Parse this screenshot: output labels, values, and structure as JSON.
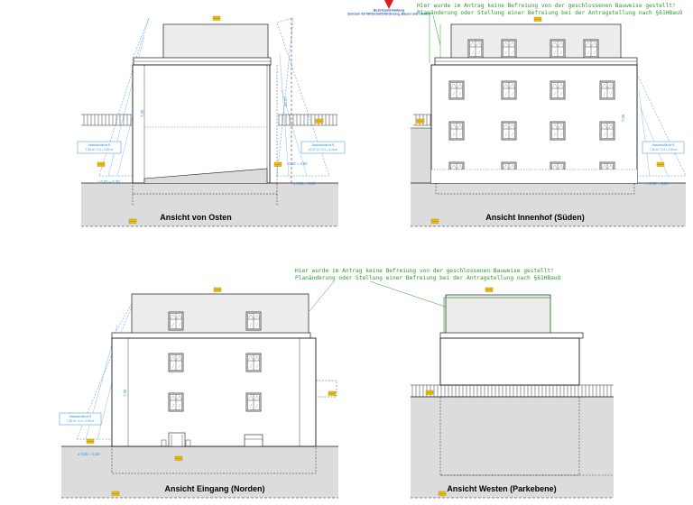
{
  "logo": {
    "name": "Bezirksamt Harburg",
    "subtitle": "Zentrum für Wirtschaftsförderung, Bauen und Umwelt"
  },
  "notes": {
    "note_top_line1": "Hier wurde im Antrag keine Befreiung von der geschlossenen Bauweise gestellt!",
    "note_top_line2": "Planänderung oder Stellung einer Befreiung bei der Antragstellung nach §61HBauO",
    "note_mid_line1": "Hier wurde im Antrag keine Befreiung von der geschlossenen Bauweise gestellt!",
    "note_mid_line2": "Planänderung oder Stellung einer Befreiung bei der Antragstellung nach §61HBauO"
  },
  "views": {
    "east": {
      "title": "Ansicht von Osten",
      "area_left_line1": "Abstandsfläche B",
      "area_left_line2": "7,30 m * 0,4 = 2,92 m",
      "area_right_line1": "Abstandsfläche B",
      "area_right_line2": "10,37 m * 0,4 = 4,15 m",
      "level_left": "± 0,00 = 5,30",
      "level_right": "± 0,00 = 5,30",
      "level_mid": "-0,40 = 4,90",
      "height_main": "7,30",
      "height_right": "10,37"
    },
    "south": {
      "title": "Ansicht Innenhof (Süden)",
      "area_right_line1": "Abstandsfläche B",
      "area_right_line2": "7,30 m * 0,4 = 2,92 m",
      "level_right": "± 0,00 = 5,30",
      "height_main": "7,30"
    },
    "north": {
      "title": "Ansicht Eingang (Norden)",
      "area_left_line1": "Abstandsfläche B",
      "area_left_line2": "7,30 m * 0,4 = 2,92 m",
      "level_left": "± 0,00 = 5,30",
      "height_main": "7,30"
    },
    "west": {
      "title": "Ansicht Westen (Parkebene)"
    }
  },
  "colors": {
    "line": "#1a1a1a",
    "ground": "#dcdcdc",
    "blue": "#3b8fe0",
    "green": "#2e9a2e",
    "tag_fill": "#f2c200",
    "logo_red": "#d81e1e"
  }
}
